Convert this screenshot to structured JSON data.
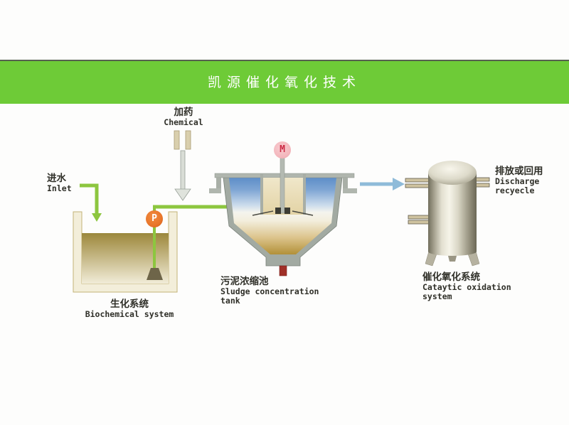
{
  "header": {
    "title": "凯源催化氧化技术"
  },
  "nodes": {
    "chemical": {
      "zh": "加药",
      "en": "Chemical"
    },
    "inlet": {
      "zh": "进水",
      "en": "Inlet"
    },
    "biochemical": {
      "zh": "生化系统",
      "en": "Biochemical system"
    },
    "sludge_tank": {
      "zh": "污泥浓缩池",
      "en1": "Sludge concentration",
      "en2": "tank"
    },
    "catalytic": {
      "zh": "催化氧化系统",
      "en1": "Cataytic oxidation",
      "en2": "system"
    },
    "discharge": {
      "zh": "排放或回用",
      "en1": "Discharge",
      "en2": "recyecle"
    }
  },
  "equipment": {
    "pump_symbol": "P",
    "motor_symbol": "M"
  },
  "colors": {
    "header_green": "#6ecb37",
    "flow_green": "#8dc63f",
    "chemical_arrow_gray": "#d9ddd6",
    "transfer_blue": "#8fbbd9",
    "pump_orange": "#e9762b",
    "motor_pink": "#f3b6bc",
    "motor_red": "#cc2944",
    "water_blue": "#5e8ec8",
    "sludge_brown": "#b29038",
    "valve_red": "#a03028",
    "tank_wall_cream": "#f3eeda",
    "label_text": "#2f2f28"
  }
}
